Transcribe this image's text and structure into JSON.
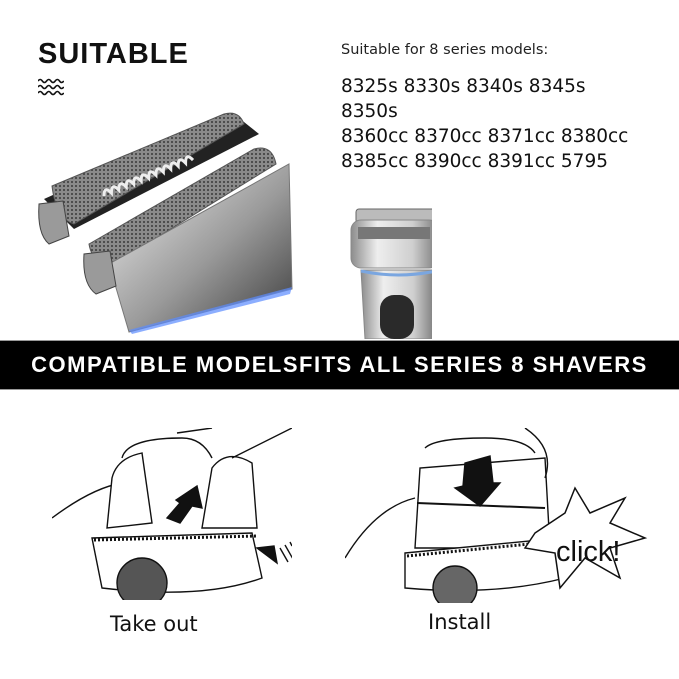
{
  "header": {
    "title": "SUITABLE",
    "decoration_icon": "wave-lines-icon"
  },
  "compatibility": {
    "intro": "Suitable for 8 series models:",
    "model_lines": [
      "8325s 8330s 8340s 8345s",
      "8350s",
      "8360cc 8370cc 8371cc 8380cc",
      "8385cc 8390cc 8391cc 5795"
    ]
  },
  "images": {
    "product": "shaver-replacement-head-cassette",
    "shaver": "series-8-electric-shaver"
  },
  "banner": {
    "text": "COMPATIBLE MODELSFITS ALL SERIES 8 SHAVERS",
    "background": "#000000",
    "color": "#ffffff"
  },
  "steps": [
    {
      "label": "Take out",
      "illustration": "take-out-diagram"
    },
    {
      "label": "Install",
      "illustration": "install-diagram",
      "callout": "click!"
    }
  ]
}
